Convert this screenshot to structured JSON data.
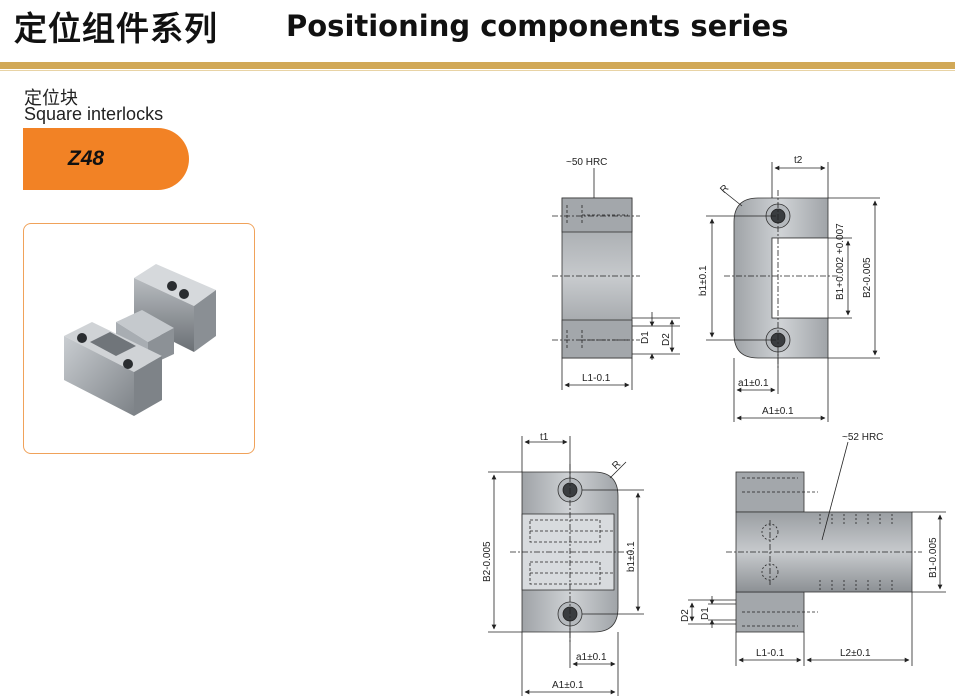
{
  "header": {
    "title_cn": "定位组件系列",
    "title_en": "Positioning components series"
  },
  "product": {
    "name_cn": "定位块",
    "name_en": "Square interlocks",
    "code": "Z48"
  },
  "labels": {
    "hrc_top": "~50 HRC",
    "hrc_bottom": "~52 HRC",
    "t2": "t2",
    "t1": "t1",
    "R": "R",
    "b1": "b1±0.1",
    "B1_tol": "B1+0.002 +0.007",
    "B2": "B2-0.005",
    "D1": "D1",
    "D2": "D2",
    "L1": "L1-0.1",
    "L2": "L2±0.1",
    "a1": "a1±0.1",
    "A1": "A1±0.1",
    "B1": "B1-0.005"
  },
  "colors": {
    "accent_orange": "#f28225",
    "gold_bar": "#d1a857"
  }
}
